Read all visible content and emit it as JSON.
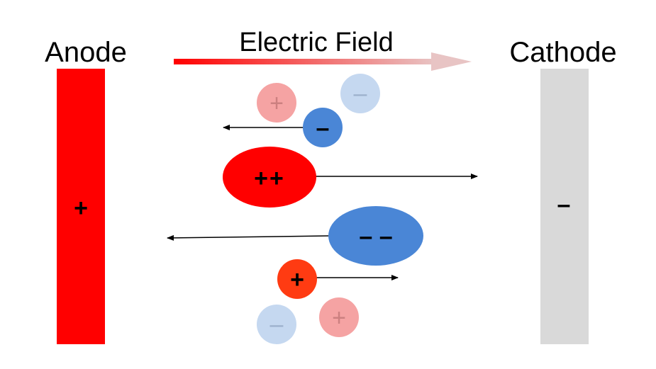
{
  "labels": {
    "anode": "Anode",
    "cathode": "Cathode",
    "field": "Electric Field"
  },
  "electrodes": {
    "anode_sign": "+",
    "cathode_sign": "–"
  },
  "particles": {
    "faded_pos_top": "+",
    "faded_neg_top": "–",
    "small_neg": "–",
    "large_pos": "++",
    "large_neg": "– –",
    "small_pos": "+",
    "faded_neg_bottom": "–",
    "faded_pos_bottom": "+"
  },
  "colors": {
    "anode": "#ff0000",
    "cathode": "#d9d9d9",
    "positive": "#ff0000",
    "small_positive": "#ff3b12",
    "negative": "#4a86d6",
    "faded_positive": "#f5a3a3",
    "faded_negative": "#c5d8f0",
    "arrow": "#000000"
  }
}
